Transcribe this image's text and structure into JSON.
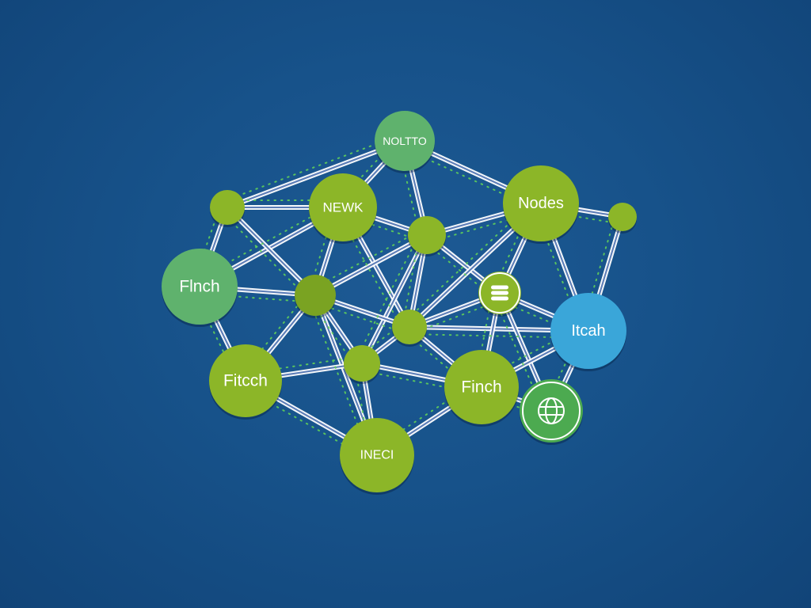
{
  "diagram": {
    "nodes": [
      {
        "id": "top",
        "label": "NOLTTO",
        "color": "#5fb26d"
      },
      {
        "id": "newk",
        "label": "NEWK",
        "color": "#8cb628"
      },
      {
        "id": "nodes",
        "label": "Nodes",
        "color": "#8cb628"
      },
      {
        "id": "finch_l",
        "label": "Flnch",
        "color": "#5fb26d"
      },
      {
        "id": "fitcch",
        "label": "Fitcch",
        "color": "#8cb628"
      },
      {
        "id": "finch_r",
        "label": "Finch",
        "color": "#8cb628"
      },
      {
        "id": "itcah",
        "label": "Itcah",
        "color": "#3aa6d9"
      },
      {
        "id": "ineci",
        "label": "INECI",
        "color": "#8cb628"
      },
      {
        "id": "tl",
        "label": "",
        "color": "#8cb628"
      },
      {
        "id": "center",
        "label": "",
        "color": "#8cb628"
      },
      {
        "id": "hub",
        "label": "",
        "color": "#7aa322"
      },
      {
        "id": "mid",
        "label": "",
        "color": "#8cb628"
      },
      {
        "id": "lowmid",
        "label": "",
        "color": "#8cb628"
      },
      {
        "id": "tr",
        "label": "",
        "color": "#8cb628"
      },
      {
        "id": "db",
        "label": "",
        "color": "#8cb628",
        "icon": "database-icon"
      },
      {
        "id": "globe",
        "label": "",
        "color": "#4caa50",
        "icon": "globe-icon"
      }
    ],
    "edges": [
      [
        "top",
        "newk"
      ],
      [
        "top",
        "center"
      ],
      [
        "top",
        "nodes"
      ],
      [
        "top",
        "tl"
      ],
      [
        "newk",
        "center"
      ],
      [
        "newk",
        "hub"
      ],
      [
        "newk",
        "mid"
      ],
      [
        "newk",
        "finch_l"
      ],
      [
        "newk",
        "tl"
      ],
      [
        "center",
        "nodes"
      ],
      [
        "center",
        "hub"
      ],
      [
        "center",
        "mid"
      ],
      [
        "center",
        "db"
      ],
      [
        "center",
        "lowmid"
      ],
      [
        "nodes",
        "tr"
      ],
      [
        "nodes",
        "db"
      ],
      [
        "nodes",
        "itcah"
      ],
      [
        "nodes",
        "mid"
      ],
      [
        "tl",
        "finch_l"
      ],
      [
        "tl",
        "hub"
      ],
      [
        "finch_l",
        "hub"
      ],
      [
        "finch_l",
        "fitcch"
      ],
      [
        "hub",
        "mid"
      ],
      [
        "hub",
        "fitcch"
      ],
      [
        "hub",
        "lowmid"
      ],
      [
        "hub",
        "ineci"
      ],
      [
        "mid",
        "db"
      ],
      [
        "mid",
        "lowmid"
      ],
      [
        "mid",
        "finch_r"
      ],
      [
        "mid",
        "itcah"
      ],
      [
        "lowmid",
        "fitcch"
      ],
      [
        "lowmid",
        "ineci"
      ],
      [
        "lowmid",
        "finch_r"
      ],
      [
        "db",
        "itcah"
      ],
      [
        "db",
        "finch_r"
      ],
      [
        "db",
        "globe"
      ],
      [
        "tr",
        "itcah"
      ],
      [
        "itcah",
        "finch_r"
      ],
      [
        "itcah",
        "globe"
      ],
      [
        "finch_r",
        "ineci"
      ],
      [
        "finch_r",
        "globe"
      ],
      [
        "fitcch",
        "ineci"
      ]
    ]
  }
}
